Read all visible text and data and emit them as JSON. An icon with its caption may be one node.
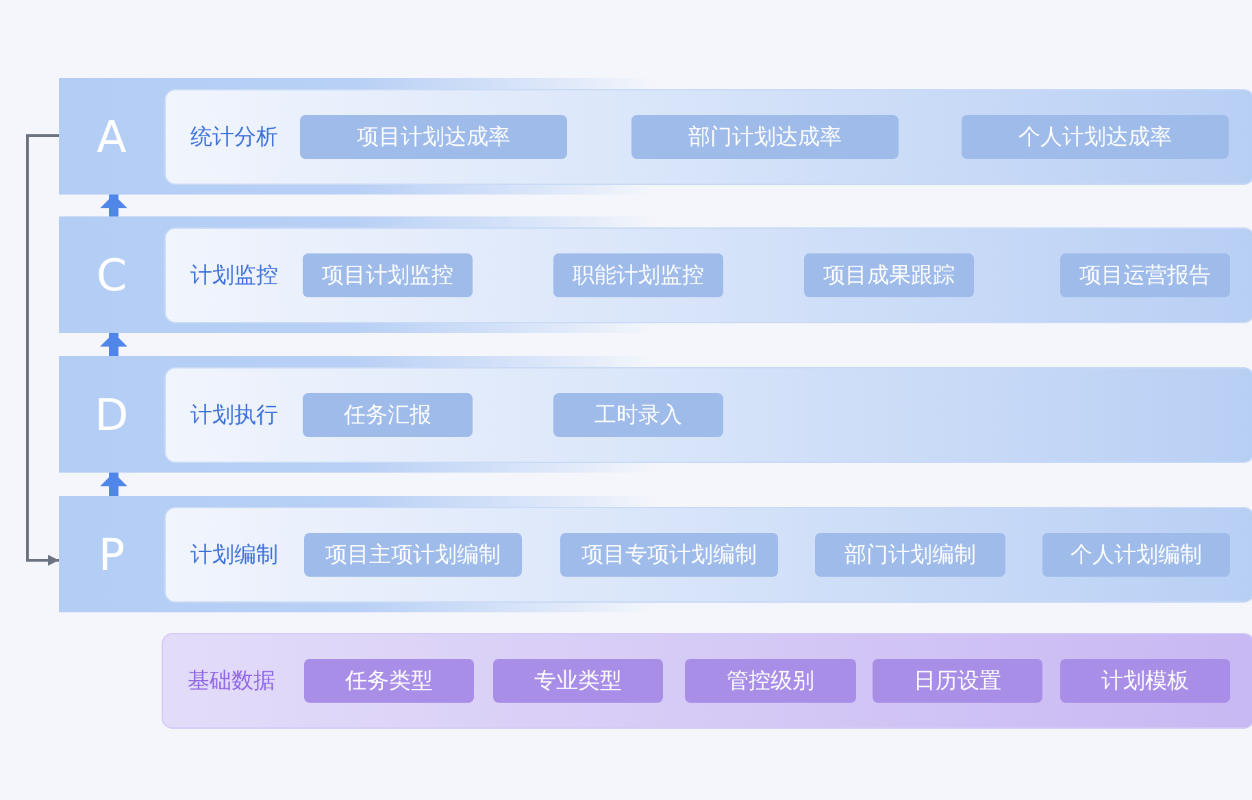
{
  "diagram": {
    "nodes": [
      {
        "text": [
          "A"
        ]
      },
      {
        "text": [
          "统计分析"
        ],
        "in": 0
      },
      {
        "text": [
          "项目计划达成率"
        ],
        "in": 1
      },
      {
        "text": [
          "部门计划达成率"
        ],
        "in": 1
      },
      {
        "text": [
          "个人计划达成率"
        ],
        "in": 1
      },
      {
        "text": [
          "C"
        ]
      },
      {
        "text": [
          "计划监控"
        ],
        "in": 5
      },
      {
        "text": [
          "项目计划监控"
        ],
        "in": 6
      },
      {
        "text": [
          "职能计划监控"
        ],
        "in": 6
      },
      {
        "text": [
          "项目成果跟踪"
        ],
        "in": 6
      },
      {
        "text": [
          "项目运营报告"
        ],
        "in": 6
      },
      {
        "text": [
          "D"
        ]
      },
      {
        "text": [
          "计划执行"
        ],
        "in": 11
      },
      {
        "text": [
          "任务汇报"
        ],
        "in": 12
      },
      {
        "text": [
          "工时录入"
        ],
        "in": 12
      },
      {
        "text": [
          "P"
        ]
      },
      {
        "text": [
          "计划编制"
        ],
        "in": 15
      },
      {
        "text": [
          "项目主项计划编制"
        ],
        "in": 16
      },
      {
        "text": [
          "项目专项计划编制"
        ],
        "in": 16
      },
      {
        "text": [
          "部门计划编制"
        ],
        "in": 16
      },
      {
        "text": [
          "个人计划编制"
        ],
        "in": 16
      },
      {
        "text": [
          "基础数据"
        ]
      },
      {
        "text": [
          "任务类型"
        ],
        "in": 21
      },
      {
        "text": [
          "专业类型"
        ],
        "in": 21
      },
      {
        "text": [
          "管控级别"
        ],
        "in": 21
      },
      {
        "text": [
          "日历设置"
        ],
        "in": 21
      },
      {
        "text": [
          "计划模板"
        ],
        "in": 21
      }
    ],
    "edges": [
      {
        "from": 15,
        "to": 11,
        "arrow": "to"
      },
      {
        "from": 11,
        "to": 5,
        "arrow": "to"
      },
      {
        "from": 5,
        "to": 0,
        "arrow": "to"
      },
      {
        "from": 0,
        "to": 15,
        "arrow": "to",
        "color": "#6b7280"
      }
    ]
  }
}
